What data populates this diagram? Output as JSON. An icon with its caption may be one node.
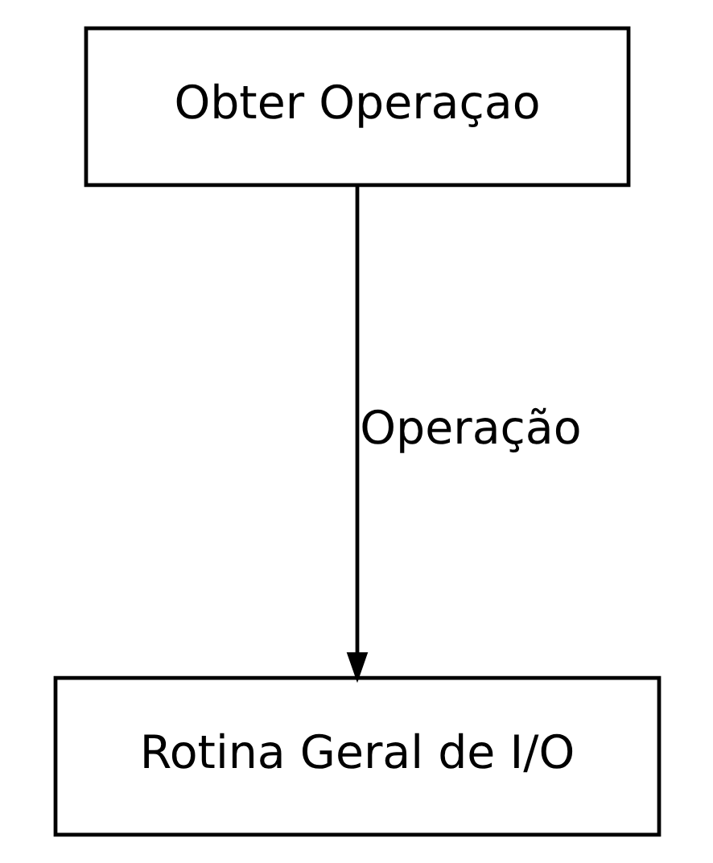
{
  "diagram": {
    "nodes": [
      {
        "text": [
          "Obter Operaçao"
        ]
      },
      {
        "text": [
          "Rotina Geral de I/O"
        ]
      }
    ],
    "edges": [
      {
        "from": 0,
        "to": 1,
        "arrow": "to",
        "label": "Operação"
      }
    ]
  }
}
